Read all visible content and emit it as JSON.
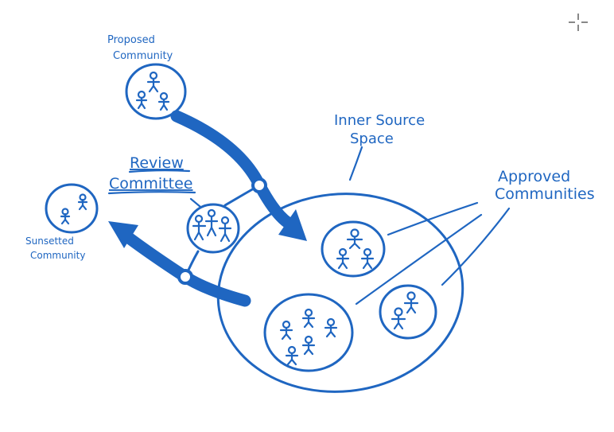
{
  "labels": {
    "proposed_line1": "Proposed",
    "proposed_line2": "Community",
    "review_line1": "Review",
    "review_line2": "Committee",
    "sunsetted_line1": "Sunsetted",
    "sunsetted_line2": "Community",
    "innersource_line1": "Inner Source",
    "innersource_line2": "Space",
    "approved_line1": "Approved",
    "approved_line2": "Communities"
  },
  "colors": {
    "ink": "#1f66c1",
    "background": "#ffffff"
  },
  "icons": [
    "stick-figure-icon",
    "crosshair-cursor-icon"
  ]
}
